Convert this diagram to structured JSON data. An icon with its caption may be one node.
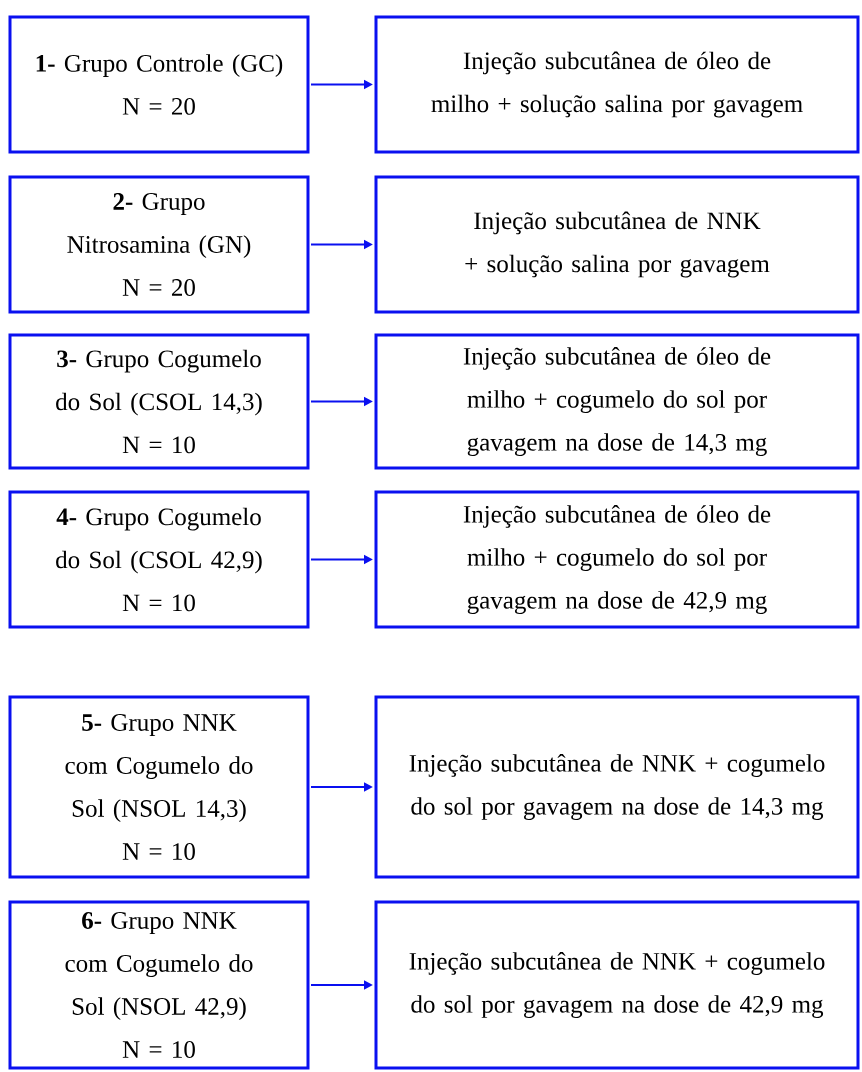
{
  "diagram": {
    "nodes": [
      {
        "text": [
          "**1-** Grupo Controle (GC)",
          "N = 20"
        ]
      },
      {
        "text": [
          "Injeção subcutânea de óleo de milho + solução salina por gavagem"
        ]
      },
      {
        "text": [
          "**2-** Grupo Nitrosamina (GN)",
          "N = 20"
        ]
      },
      {
        "text": [
          "Injeção subcutânea de NNK + solução salina por gavagem"
        ]
      },
      {
        "text": [
          "**3-** Grupo Cogumelo do Sol (CSOL 14,3)",
          "N = 10"
        ]
      },
      {
        "text": [
          "Injeção subcutânea de óleo de milho + cogumelo do sol por gavagem na dose de 14,3 mg"
        ]
      },
      {
        "text": [
          "**4-** Grupo Cogumelo do Sol (CSOL 42,9)",
          "N = 10"
        ]
      },
      {
        "text": [
          "Injeção subcutânea de óleo de milho + cogumelo do sol por gavagem na dose de 42,9 mg"
        ]
      },
      {
        "text": [
          "**5-** Grupo NNK com Cogumelo do Sol (NSOL 14,3)",
          "N = 10"
        ]
      },
      {
        "text": [
          "Injeção subcutânea de NNK + cogumelo do sol por gavagem na dose de 14,3 mg"
        ]
      },
      {
        "text": [
          "**6-** Grupo NNK com Cogumelo do Sol (NSOL 42,9)",
          "N = 10"
        ]
      },
      {
        "text": [
          "Injeção subcutânea de NNK + cogumelo do sol por gavagem na dose de 42,9 mg"
        ]
      }
    ],
    "edges": [
      {
        "from": 0,
        "to": 1,
        "arrow": "to"
      },
      {
        "from": 2,
        "to": 3,
        "arrow": "to"
      },
      {
        "from": 4,
        "to": 5,
        "arrow": "to"
      },
      {
        "from": 6,
        "to": 7,
        "arrow": "to"
      },
      {
        "from": 8,
        "to": 9,
        "arrow": "to"
      },
      {
        "from": 10,
        "to": 11,
        "arrow": "to"
      }
    ]
  }
}
